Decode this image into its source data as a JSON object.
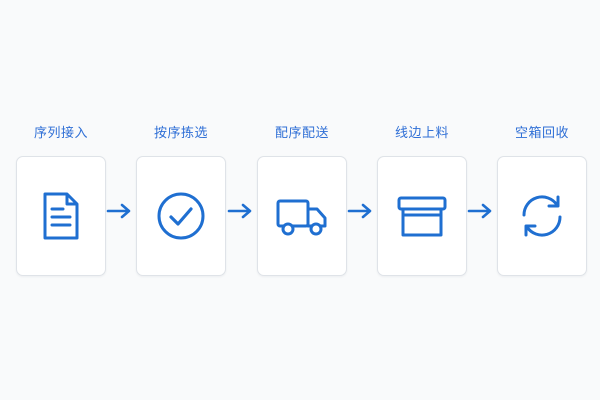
{
  "flow": {
    "steps": [
      {
        "label": "序列接入",
        "icon": "document-icon"
      },
      {
        "label": "按序拣选",
        "icon": "check-circle-icon"
      },
      {
        "label": "配序配送",
        "icon": "truck-icon"
      },
      {
        "label": "线边上料",
        "icon": "bin-icon"
      },
      {
        "label": "空箱回收",
        "icon": "refresh-icon"
      }
    ],
    "colors": {
      "accent": "#1f6fd1",
      "label": "#2f6fd6",
      "card_border": "#dfe3e8",
      "background": "#f9fafb"
    }
  }
}
